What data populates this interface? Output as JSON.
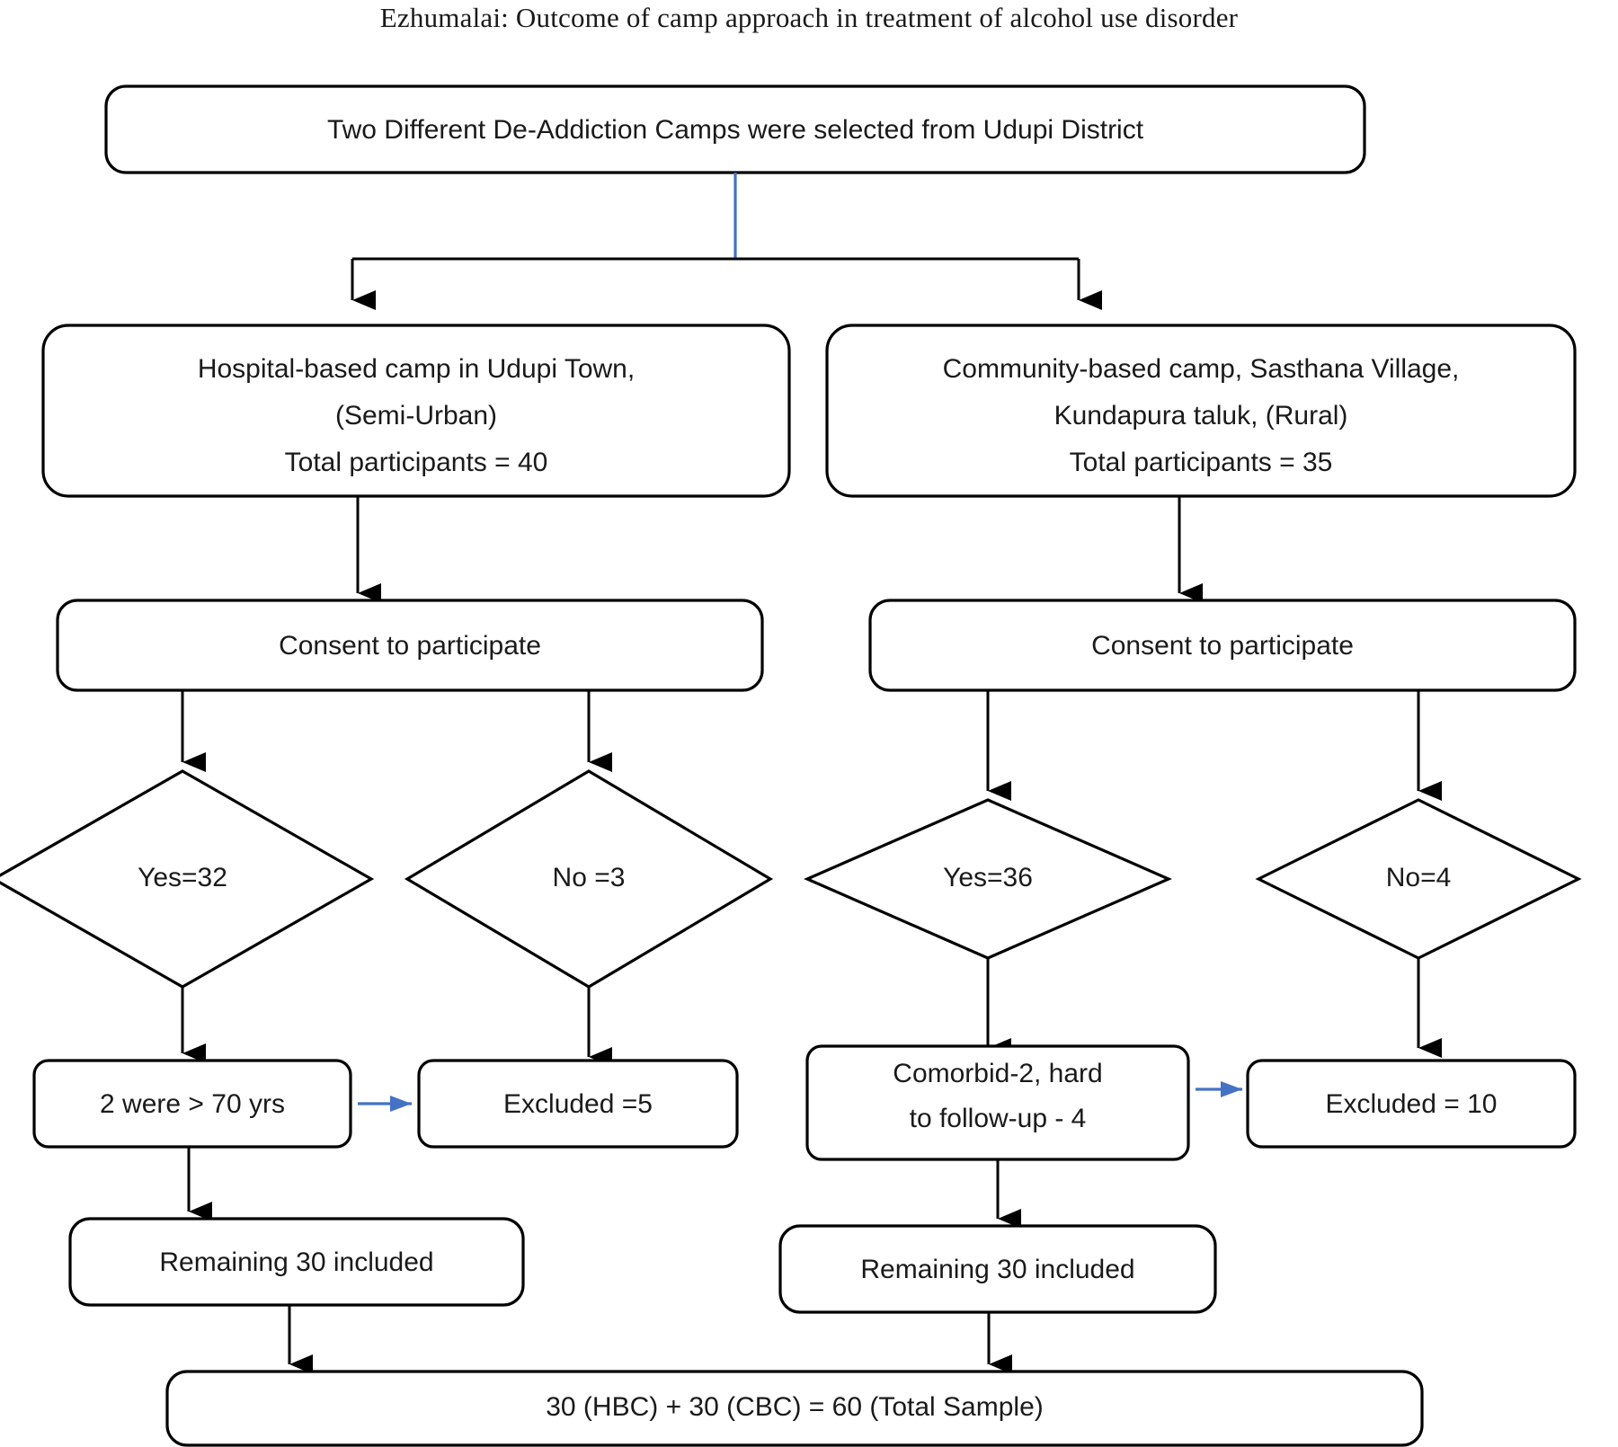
{
  "title": "Ezhumalai: Outcome of camp approach in treatment of alcohol use disorder",
  "colors": {
    "stroke": "#000000",
    "accent_blue": "#4472c4",
    "box_fill": "#ffffff",
    "text": "#1a1a1a"
  },
  "chart_data": {
    "type": "diagram",
    "subtype": "flowchart",
    "title": "Ezhumalai: Outcome of camp approach in treatment of alcohol use disorder",
    "nodes": [
      {
        "id": "root",
        "shape": "rounded-rect",
        "lines": [
          "Two Different De-Addiction Camps were selected from Udupi District"
        ]
      },
      {
        "id": "hbc",
        "shape": "rounded-rect",
        "lines": [
          "Hospital-based camp in Udupi Town,",
          "(Semi-Urban)",
          "Total participants = 40"
        ]
      },
      {
        "id": "cbc",
        "shape": "rounded-rect",
        "lines": [
          "Community-based camp, Sasthana Village,",
          "Kundapura taluk, (Rural)",
          "Total participants = 35"
        ]
      },
      {
        "id": "consent_l",
        "shape": "rounded-rect",
        "lines": [
          "Consent to participate"
        ]
      },
      {
        "id": "consent_r",
        "shape": "rounded-rect",
        "lines": [
          "Consent to participate"
        ]
      },
      {
        "id": "yes_l",
        "shape": "diamond",
        "lines": [
          "Yes=32"
        ]
      },
      {
        "id": "no_l",
        "shape": "diamond",
        "lines": [
          "No =3"
        ]
      },
      {
        "id": "yes_r",
        "shape": "diamond",
        "lines": [
          "Yes=36"
        ]
      },
      {
        "id": "no_r",
        "shape": "diamond",
        "lines": [
          "No=4"
        ]
      },
      {
        "id": "age_l",
        "shape": "rounded-rect",
        "lines": [
          "2 were > 70 yrs"
        ]
      },
      {
        "id": "excl_l",
        "shape": "rounded-rect",
        "lines": [
          "Excluded =5"
        ]
      },
      {
        "id": "comorbid_r",
        "shape": "rounded-rect",
        "lines": [
          "Comorbid-2, hard",
          "to follow-up - 4"
        ]
      },
      {
        "id": "excl_r",
        "shape": "rounded-rect",
        "lines": [
          "Excluded = 10"
        ]
      },
      {
        "id": "rem_l",
        "shape": "rounded-rect",
        "lines": [
          "Remaining 30 included"
        ]
      },
      {
        "id": "rem_r",
        "shape": "rounded-rect",
        "lines": [
          "Remaining 30 included"
        ]
      },
      {
        "id": "total",
        "shape": "rounded-rect",
        "lines": [
          "30 (HBC) + 30 (CBC) = 60 (Total Sample)"
        ]
      }
    ],
    "edges": [
      {
        "from": "root",
        "to": "hbc",
        "color": "black",
        "arrow": true
      },
      {
        "from": "root",
        "to": "cbc",
        "color": "black",
        "arrow": true
      },
      {
        "from": "hbc",
        "to": "consent_l",
        "color": "black",
        "arrow": true
      },
      {
        "from": "cbc",
        "to": "consent_r",
        "color": "black",
        "arrow": true
      },
      {
        "from": "consent_l",
        "to": "yes_l",
        "color": "black",
        "arrow": true
      },
      {
        "from": "consent_l",
        "to": "no_l",
        "color": "black",
        "arrow": true
      },
      {
        "from": "consent_r",
        "to": "yes_r",
        "color": "black",
        "arrow": true
      },
      {
        "from": "consent_r",
        "to": "no_r",
        "color": "black",
        "arrow": true
      },
      {
        "from": "yes_l",
        "to": "age_l",
        "color": "black",
        "arrow": true
      },
      {
        "from": "no_l",
        "to": "excl_l",
        "color": "black",
        "arrow": true
      },
      {
        "from": "yes_r",
        "to": "comorbid_r",
        "color": "black",
        "arrow": true
      },
      {
        "from": "no_r",
        "to": "excl_r",
        "color": "black",
        "arrow": true
      },
      {
        "from": "age_l",
        "to": "excl_l",
        "color": "blue",
        "arrow": true
      },
      {
        "from": "comorbid_r",
        "to": "excl_r",
        "color": "blue",
        "arrow": true
      },
      {
        "from": "age_l",
        "to": "rem_l",
        "color": "black",
        "arrow": true
      },
      {
        "from": "comorbid_r",
        "to": "rem_r",
        "color": "black",
        "arrow": true
      },
      {
        "from": "rem_l",
        "to": "total",
        "color": "black",
        "arrow": true
      },
      {
        "from": "rem_r",
        "to": "total",
        "color": "black",
        "arrow": true
      }
    ]
  },
  "nodes": {
    "root": {
      "line1": "Two Different De-Addiction Camps were selected from Udupi District"
    },
    "hbc": {
      "line1": "Hospital-based camp in Udupi Town,",
      "line2": "(Semi-Urban)",
      "line3": "Total participants = 40"
    },
    "cbc": {
      "line1": "Community-based camp, Sasthana Village,",
      "line2": "Kundapura taluk, (Rural)",
      "line3": "Total participants = 35"
    },
    "consent_l": {
      "line1": "Consent to participate"
    },
    "consent_r": {
      "line1": "Consent to participate"
    },
    "yes_l": {
      "line1": "Yes=32"
    },
    "no_l": {
      "line1": "No =3"
    },
    "yes_r": {
      "line1": "Yes=36"
    },
    "no_r": {
      "line1": "No=4"
    },
    "age_l": {
      "line1": "2 were > 70 yrs"
    },
    "excl_l": {
      "line1": "Excluded =5"
    },
    "comorbid_r": {
      "line1": "Comorbid-2, hard",
      "line2": "to follow-up - 4"
    },
    "excl_r": {
      "line1": "Excluded = 10"
    },
    "rem_l": {
      "line1": "Remaining 30 included"
    },
    "rem_r": {
      "line1": "Remaining 30 included"
    },
    "total": {
      "line1": "30 (HBC) + 30 (CBC) = 60 (Total Sample)"
    }
  }
}
